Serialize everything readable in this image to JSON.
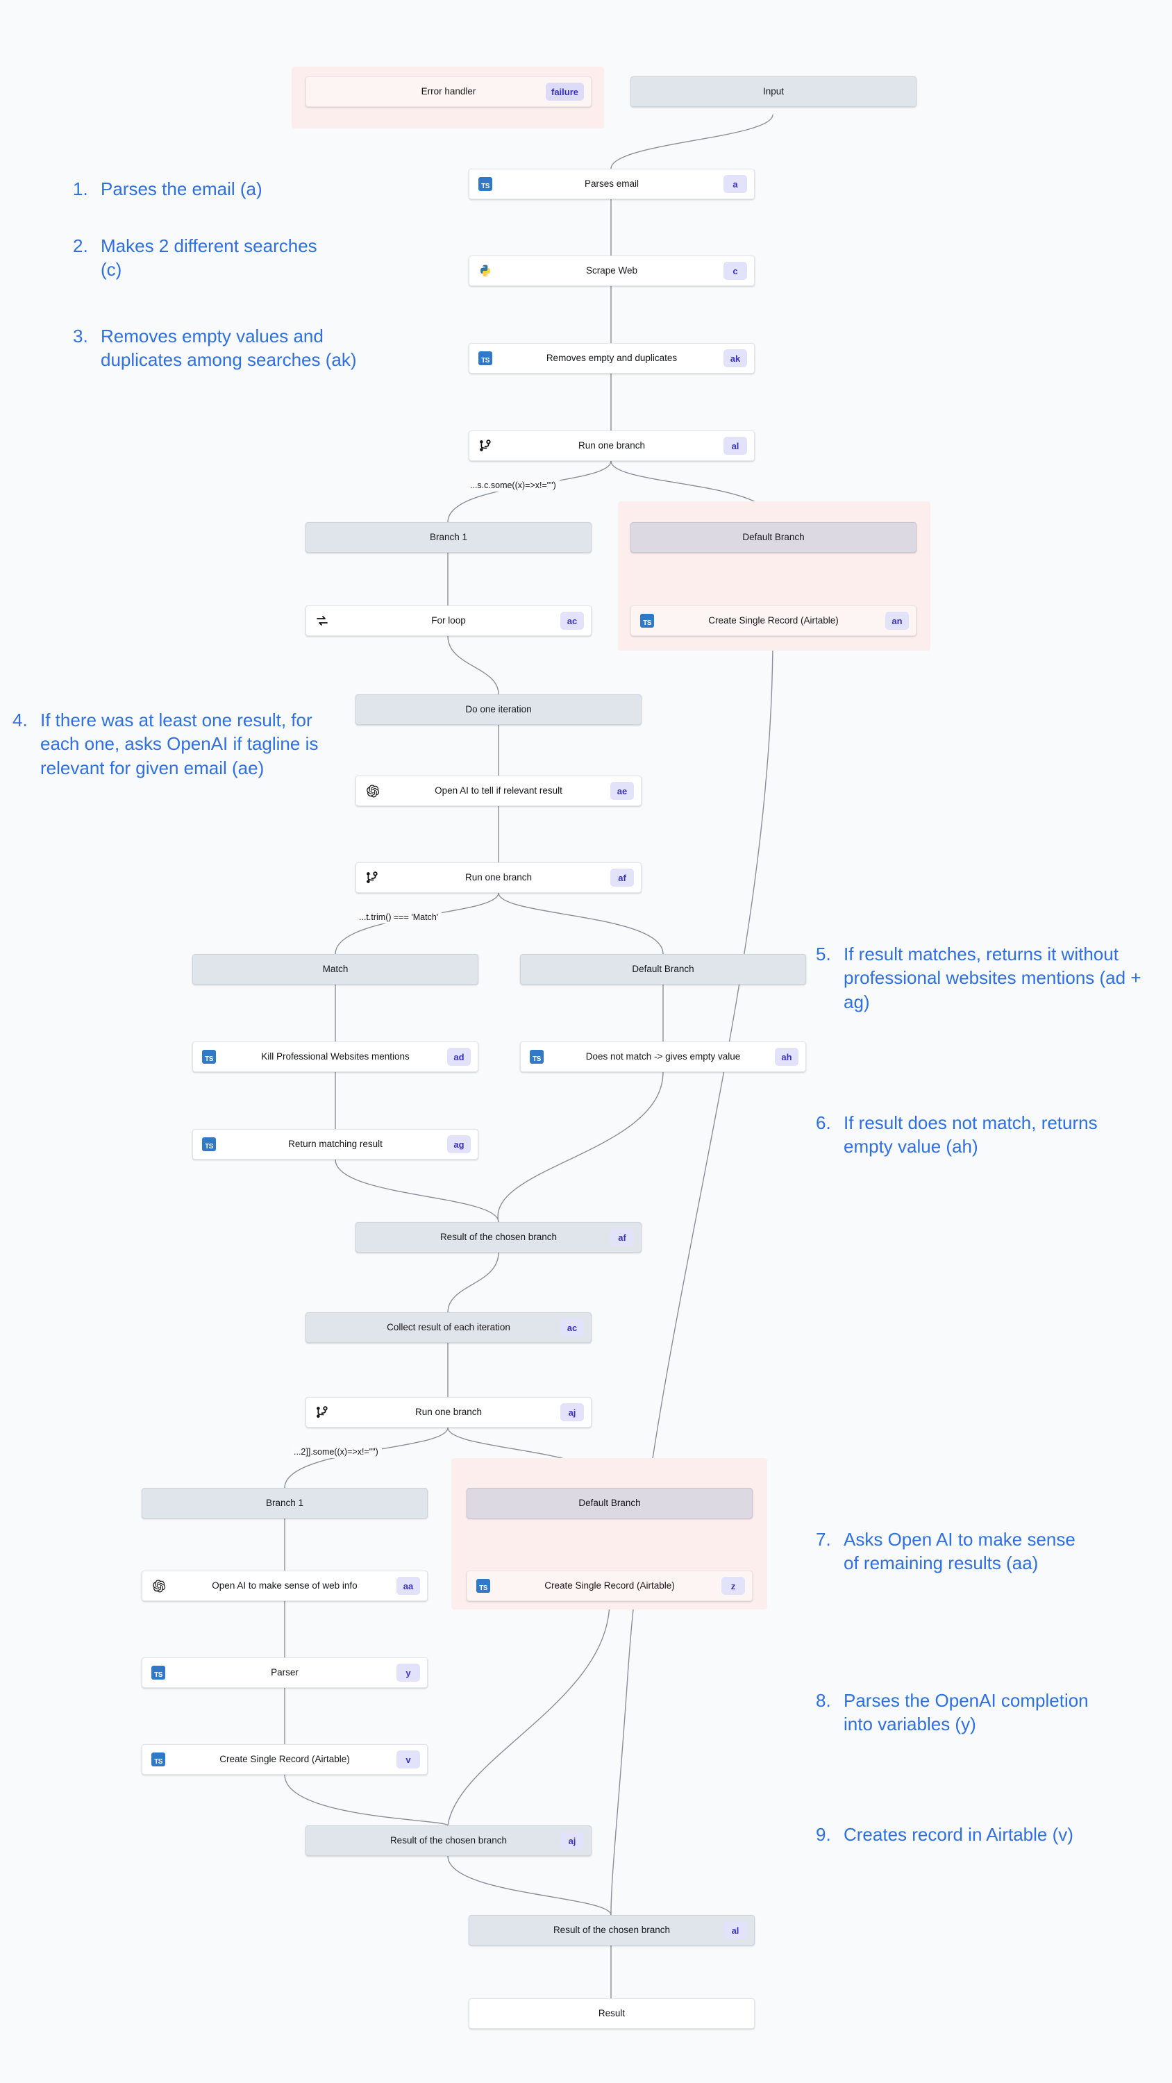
{
  "diagram": {
    "title": "Workflow flowchart",
    "accent_color": "#2f6fe4",
    "tag_color": "#3a32bf",
    "error_region_color": "#fdeeee"
  },
  "nodes": [
    {
      "id": "error_handler",
      "label": "Error handler",
      "tag": "failure",
      "icon": "none",
      "style": "pink"
    },
    {
      "id": "input",
      "label": "Input",
      "tag": "",
      "icon": "none",
      "style": "gray"
    },
    {
      "id": "parses_email",
      "label": "Parses email",
      "tag": "a",
      "icon": "typescript-icon",
      "style": "white"
    },
    {
      "id": "scrape_web",
      "label": "Scrape Web",
      "tag": "c",
      "icon": "python-icon",
      "style": "white"
    },
    {
      "id": "removes_empty",
      "label": "Removes empty and duplicates",
      "tag": "ak",
      "icon": "typescript-icon",
      "style": "white"
    },
    {
      "id": "run_one_branch_al",
      "label": "Run one branch",
      "tag": "al",
      "icon": "branch-icon",
      "style": "white"
    },
    {
      "id": "branch1_top",
      "label": "Branch 1",
      "tag": "",
      "icon": "none",
      "style": "gray"
    },
    {
      "id": "default_branch_top",
      "label": "Default Branch",
      "tag": "",
      "icon": "none",
      "style": "graypurple"
    },
    {
      "id": "for_loop",
      "label": "For loop",
      "tag": "ac",
      "icon": "loop-icon",
      "style": "white"
    },
    {
      "id": "create_record_an",
      "label": "Create Single Record (Airtable)",
      "tag": "an",
      "icon": "typescript-icon",
      "style": "pink"
    },
    {
      "id": "do_one_iteration",
      "label": "Do one iteration",
      "tag": "",
      "icon": "none",
      "style": "gray"
    },
    {
      "id": "openai_relevant",
      "label": "Open AI to tell if relevant result",
      "tag": "ae",
      "icon": "openai-icon",
      "style": "white"
    },
    {
      "id": "run_one_branch_af",
      "label": "Run one branch",
      "tag": "af",
      "icon": "branch-icon",
      "style": "white"
    },
    {
      "id": "match_branch",
      "label": "Match",
      "tag": "",
      "icon": "none",
      "style": "gray"
    },
    {
      "id": "default_branch_mid",
      "label": "Default Branch",
      "tag": "",
      "icon": "none",
      "style": "gray"
    },
    {
      "id": "kill_prof_websites",
      "label": "Kill Professional Websites mentions",
      "tag": "ad",
      "icon": "typescript-icon",
      "style": "white"
    },
    {
      "id": "does_not_match",
      "label": "Does not match -> gives empty value",
      "tag": "ah",
      "icon": "typescript-icon",
      "style": "white"
    },
    {
      "id": "return_matching",
      "label": "Return matching result",
      "tag": "ag",
      "icon": "typescript-icon",
      "style": "white"
    },
    {
      "id": "result_chosen_af",
      "label": "Result of the chosen branch",
      "tag": "af",
      "icon": "none",
      "style": "gray"
    },
    {
      "id": "collect_result",
      "label": "Collect result of each iteration",
      "tag": "ac",
      "icon": "none",
      "style": "gray"
    },
    {
      "id": "run_one_branch_aj",
      "label": "Run one branch",
      "tag": "aj",
      "icon": "branch-icon",
      "style": "white"
    },
    {
      "id": "branch1_bottom",
      "label": "Branch 1",
      "tag": "",
      "icon": "none",
      "style": "gray"
    },
    {
      "id": "default_branch_bottom",
      "label": "Default Branch",
      "tag": "",
      "icon": "none",
      "style": "graypurple"
    },
    {
      "id": "openai_websense",
      "label": "Open AI to make sense of web info",
      "tag": "aa",
      "icon": "openai-icon",
      "style": "white"
    },
    {
      "id": "create_record_z",
      "label": "Create Single Record (Airtable)",
      "tag": "z",
      "icon": "typescript-icon",
      "style": "pink"
    },
    {
      "id": "parser",
      "label": "Parser",
      "tag": "y",
      "icon": "typescript-icon",
      "style": "white"
    },
    {
      "id": "create_record_v",
      "label": "Create Single Record (Airtable)",
      "tag": "v",
      "icon": "typescript-icon",
      "style": "white"
    },
    {
      "id": "result_chosen_aj",
      "label": "Result of the chosen branch",
      "tag": "aj",
      "icon": "none",
      "style": "gray"
    },
    {
      "id": "result_chosen_al",
      "label": "Result of the chosen branch",
      "tag": "al",
      "icon": "none",
      "style": "gray"
    },
    {
      "id": "result",
      "label": "Result",
      "tag": "",
      "icon": "none",
      "style": "white"
    }
  ],
  "conditions": [
    {
      "id": "cond_al",
      "text": "...s.c.some((x)=>x!=\"\")"
    },
    {
      "id": "cond_af",
      "text": "...t.trim() === 'Match'"
    },
    {
      "id": "cond_aj",
      "text": "...2]].some((x)=>x!=\"\")"
    }
  ],
  "annotations_left": [
    {
      "num": "1.",
      "text": "Parses the email (a)"
    },
    {
      "num": "2.",
      "text": "Makes 2 different searches (c)"
    },
    {
      "num": "3.",
      "text": "Removes empty values and duplicates among searches (ak)"
    },
    {
      "num": "4.",
      "text": "If there was at least one result, for each one, asks OpenAI if tagline is relevant for given email (ae)"
    }
  ],
  "annotations_right": [
    {
      "num": "5.",
      "text": "If result matches, returns it without professional websites mentions (ad + ag)"
    },
    {
      "num": "6.",
      "text": "If result does not match, returns empty value (ah)"
    },
    {
      "num": "7.",
      "text": "Asks Open AI to make sense of remaining results (aa)"
    },
    {
      "num": "8.",
      "text": "Parses the OpenAI completion into variables (y)"
    },
    {
      "num": "9.",
      "text": "Creates record in Airtable (v)"
    }
  ]
}
